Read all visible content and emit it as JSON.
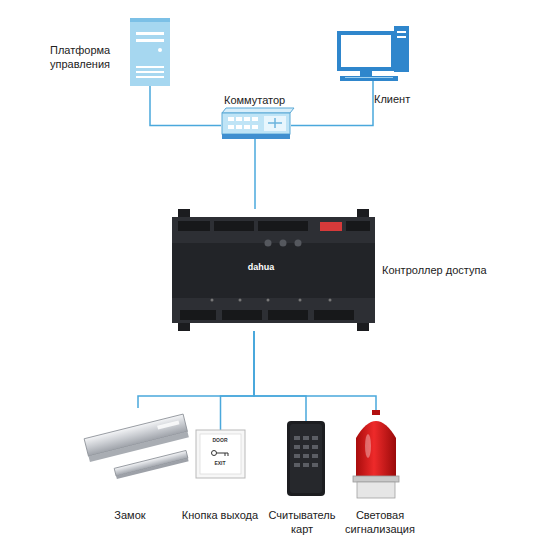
{
  "diagram": {
    "nodes": [
      {
        "text": [
          "Платформа управления"
        ]
      },
      {
        "text": [
          "Клиент"
        ]
      },
      {
        "text": [
          "Коммутатор"
        ]
      },
      {
        "text": [
          "Контроллер доступа"
        ]
      },
      {
        "text": [
          "Замок"
        ]
      },
      {
        "text": [
          "Кнопка выхода"
        ]
      },
      {
        "text": [
          "Считыватель карт"
        ]
      },
      {
        "text": [
          "Световая сигнализация"
        ]
      }
    ],
    "edges": [
      {
        "from": 0,
        "to": 2,
        "arrow": "none"
      },
      {
        "from": 1,
        "to": 2,
        "arrow": "none"
      },
      {
        "from": 2,
        "to": 3,
        "arrow": "none"
      },
      {
        "from": 3,
        "to": 4,
        "arrow": "none"
      },
      {
        "from": 3,
        "to": 5,
        "arrow": "none"
      },
      {
        "from": 3,
        "to": 6,
        "arrow": "none"
      },
      {
        "from": 3,
        "to": 7,
        "arrow": "none"
      }
    ],
    "labels": [
      "dahua",
      "DOOR",
      "EXIT"
    ]
  }
}
